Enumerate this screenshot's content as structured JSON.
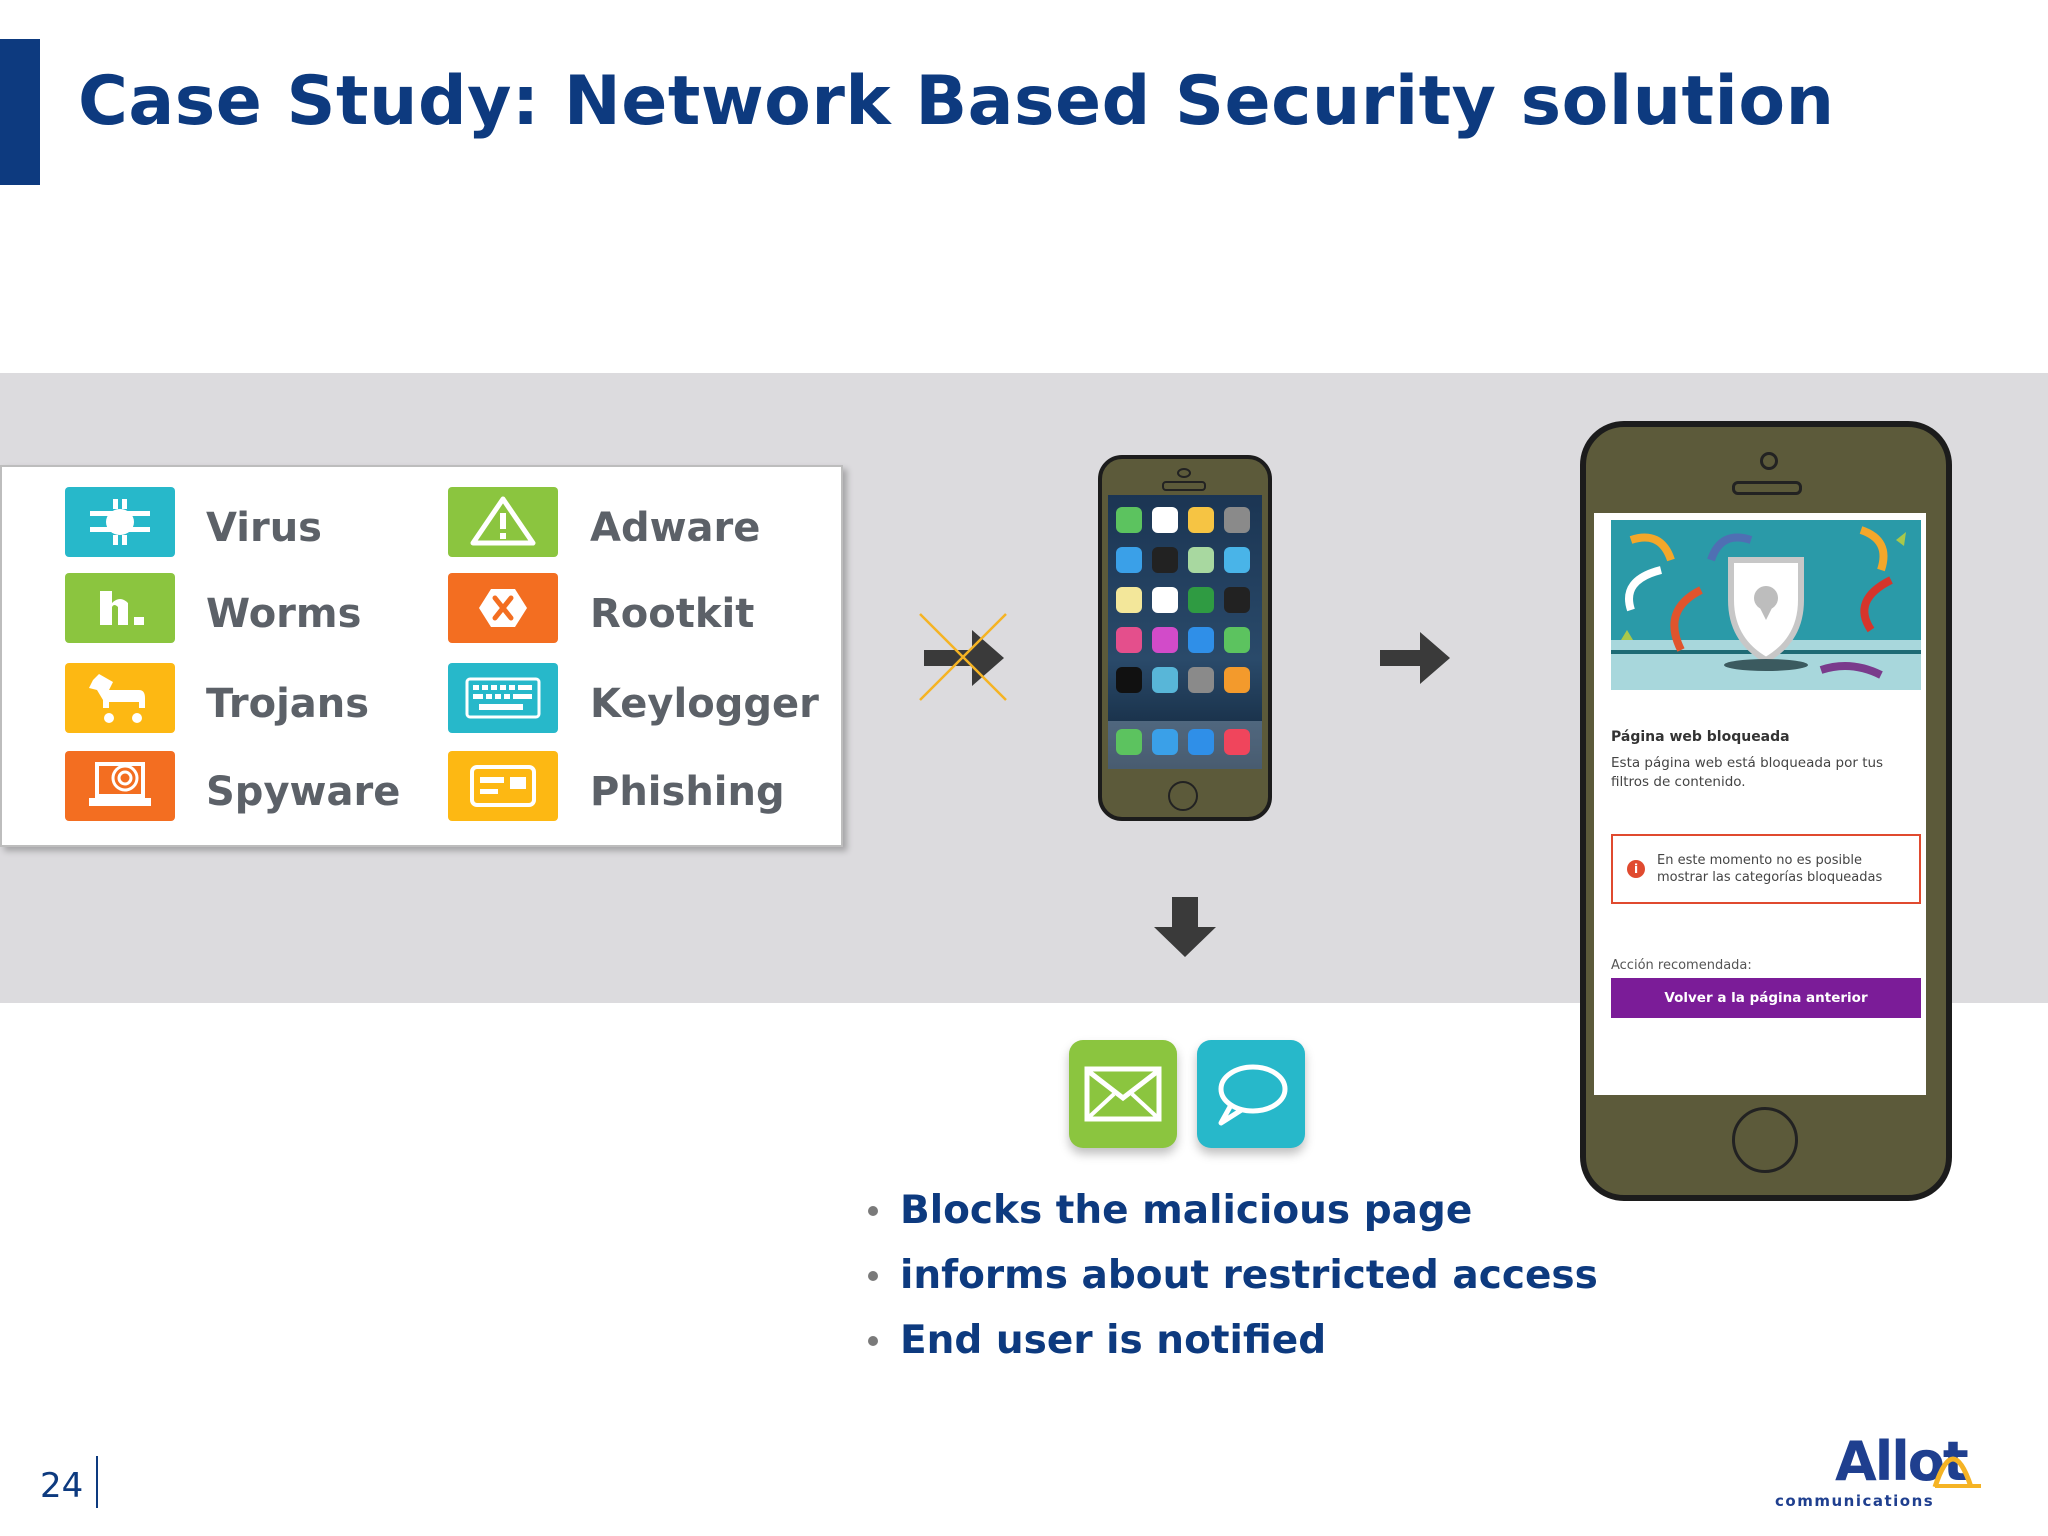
{
  "title": "Case Study: Network Based Security solution",
  "threats": [
    {
      "label": "Virus",
      "color": "#27b8ca",
      "icon": "virus-icon"
    },
    {
      "label": "Worms",
      "color": "#8bc53f",
      "icon": "worm-icon"
    },
    {
      "label": "Trojans",
      "color": "#fdb813",
      "icon": "trojan-horse-icon"
    },
    {
      "label": "Spyware",
      "color": "#f36e21",
      "icon": "spyware-icon"
    },
    {
      "label": "Adware",
      "color": "#8bc53f",
      "icon": "warning-icon"
    },
    {
      "label": "Rootkit",
      "color": "#f36e21",
      "icon": "rootkit-x-icon"
    },
    {
      "label": "Keylogger",
      "color": "#27b8ca",
      "icon": "keyboard-icon"
    },
    {
      "label": "Phishing",
      "color": "#fdb813",
      "icon": "phishing-card-icon"
    }
  ],
  "blocked_page": {
    "title": "Página web bloqueada",
    "description": "Esta página web está bloqueada por tus filtros de contenido.",
    "notice": "En este momento no es posible mostrar las categorías bloqueadas",
    "action_label": "Acción recomendada:",
    "back_button": "Volver a la página anterior"
  },
  "bullets": [
    "Blocks the malicious page",
    "informs about restricted access",
    "End user is notified"
  ],
  "page_number": "24",
  "logo": {
    "text": "Allot",
    "subtext": "communications"
  }
}
